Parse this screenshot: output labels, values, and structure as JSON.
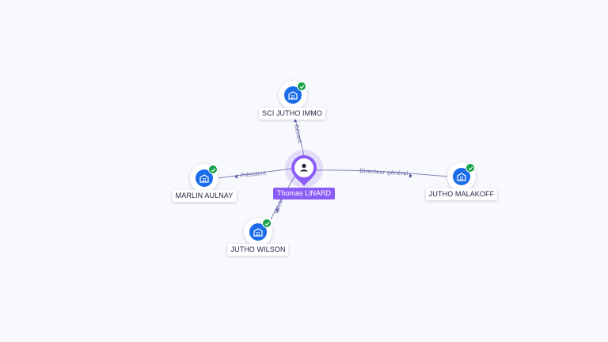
{
  "person": {
    "name": "Thomas LINARD",
    "icon": "person-icon",
    "color": "#8b5cf6"
  },
  "companies": [
    {
      "id": "sci",
      "name": "SCI JUTHO IMMO",
      "icon": "building-icon",
      "verified": true
    },
    {
      "id": "marlin",
      "name": "MARLIN AULNAY",
      "icon": "building-icon",
      "verified": true
    },
    {
      "id": "malakoff",
      "name": "JUTHO MALAKOFF",
      "icon": "building-icon",
      "verified": true
    },
    {
      "id": "wilson",
      "name": "JUTHO WILSON",
      "icon": "building-icon",
      "verified": true
    }
  ],
  "relations": [
    {
      "target": "sci",
      "label": "Gérant"
    },
    {
      "target": "marlin",
      "label": "Président"
    },
    {
      "target": "malakoff",
      "label": "Directeur général"
    },
    {
      "target": "wilson",
      "label": "Gérant"
    }
  ],
  "colors": {
    "company": "#1a6ce8",
    "verified": "#16a34a",
    "edge": "#6b6fa8",
    "background": "#f8f9fc"
  }
}
